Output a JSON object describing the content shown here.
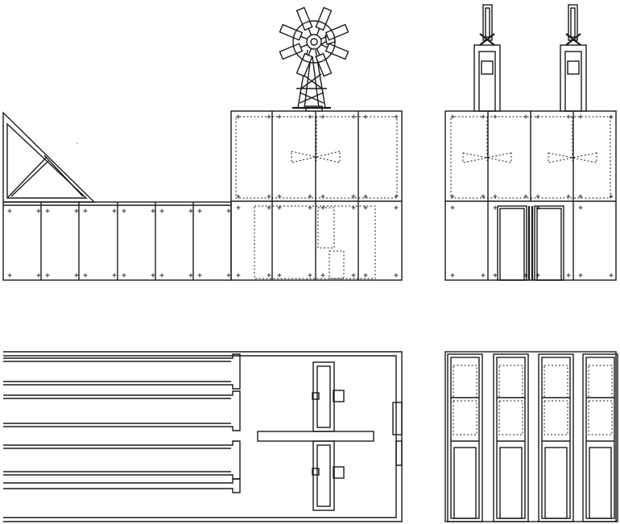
{
  "drawing": {
    "views": [
      {
        "id": "side-elevation"
      },
      {
        "id": "end-elevation"
      },
      {
        "id": "plan"
      },
      {
        "id": "end-plan"
      }
    ],
    "line_color": "#1a1a1a",
    "background": "#ffffff",
    "features": [
      "windmill",
      "triangular-truss",
      "water-towers",
      "panel-grid",
      "sliding-doors"
    ]
  }
}
